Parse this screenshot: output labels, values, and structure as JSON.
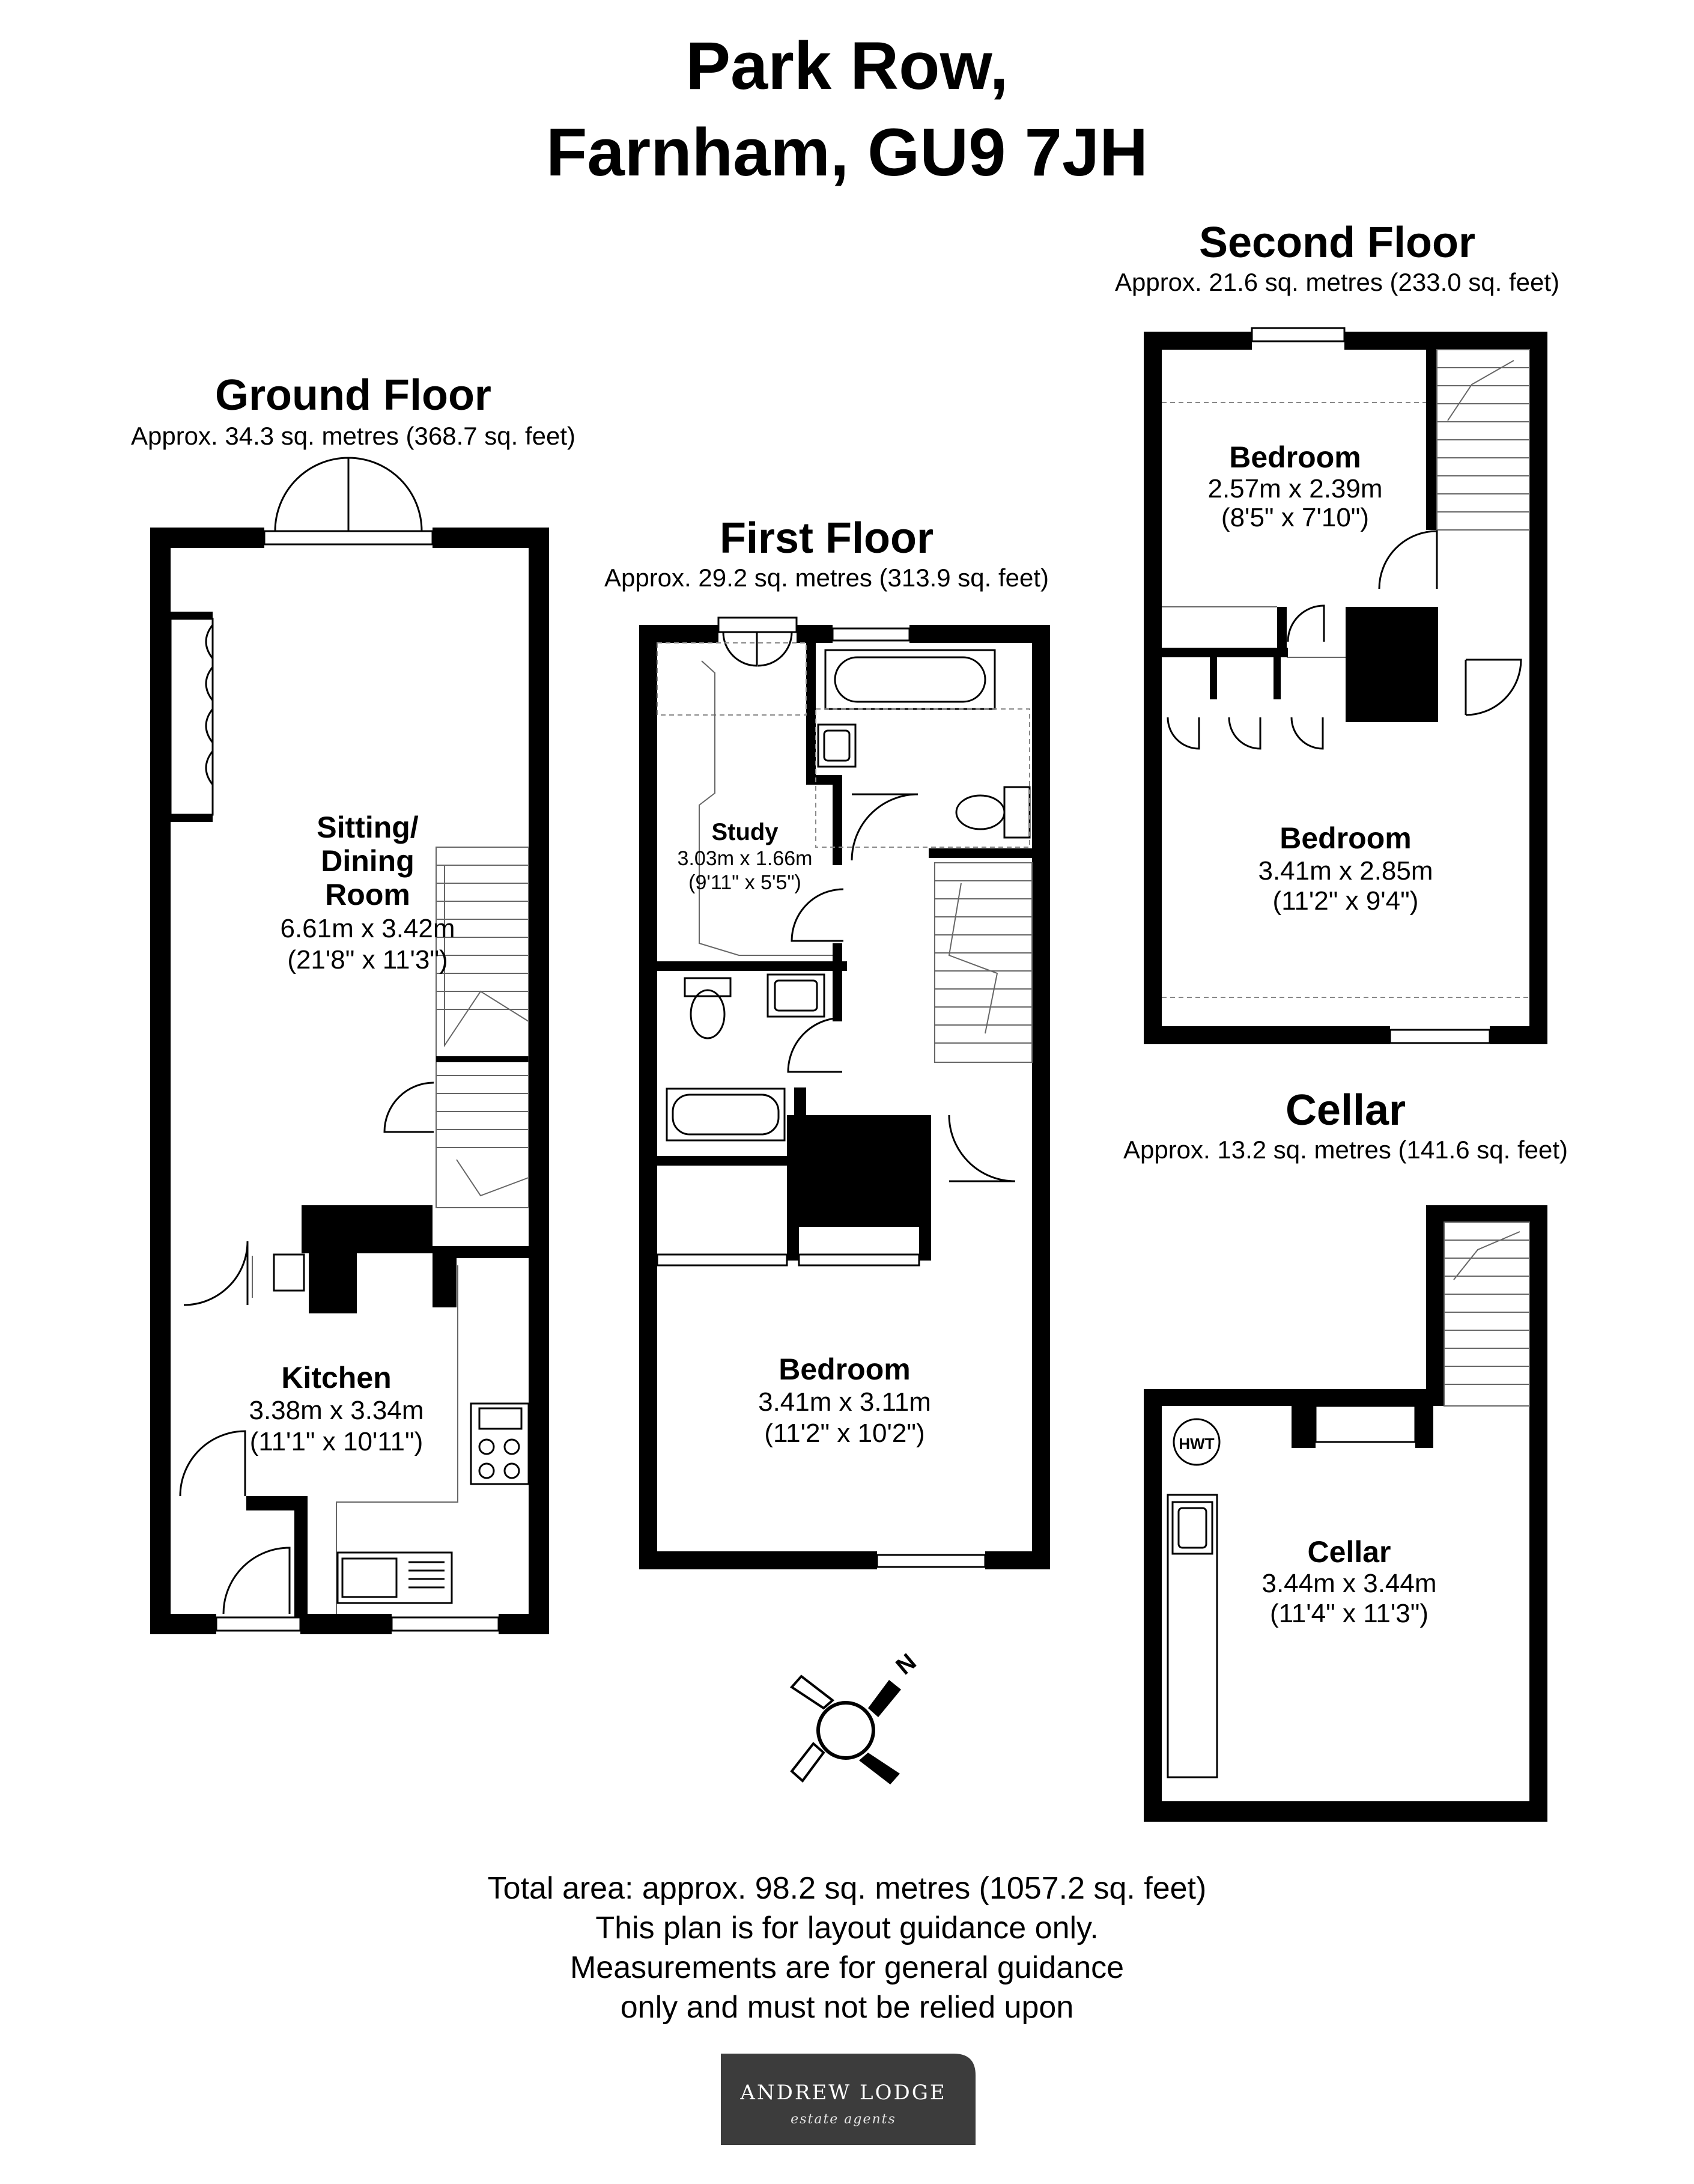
{
  "title": {
    "line1": "Park Row,",
    "line2": "Farnham, GU9 7JH"
  },
  "floors": {
    "ground": {
      "name": "Ground Floor",
      "area": "Approx. 34.3 sq. metres (368.7 sq. feet)",
      "rooms": {
        "sitting": {
          "name1": "Sitting/",
          "name2": "Dining",
          "name3": "Room",
          "metric": "6.61m x 3.42m",
          "imperial": "(21'8\" x 11'3\")"
        },
        "kitchen": {
          "name": "Kitchen",
          "metric": "3.38m x 3.34m",
          "imperial": "(11'1\" x 10'11\")"
        }
      }
    },
    "first": {
      "name": "First Floor",
      "area": "Approx. 29.2 sq. metres (313.9 sq. feet)",
      "rooms": {
        "study": {
          "name": "Study",
          "metric": "3.03m x 1.66m",
          "imperial": "(9'11\" x 5'5\")"
        },
        "bedroom": {
          "name": "Bedroom",
          "metric": "3.41m x 3.11m",
          "imperial": "(11'2\" x 10'2\")"
        }
      }
    },
    "second": {
      "name": "Second Floor",
      "area": "Approx. 21.6 sq. metres (233.0 sq. feet)",
      "rooms": {
        "bedroom_small": {
          "name": "Bedroom",
          "metric": "2.57m x 2.39m",
          "imperial": "(8'5\" x 7'10\")"
        },
        "bedroom_large": {
          "name": "Bedroom",
          "metric": "3.41m x 2.85m",
          "imperial": "(11'2\" x 9'4\")"
        }
      }
    },
    "cellar": {
      "name": "Cellar",
      "area": "Approx. 13.2 sq. metres (141.6 sq. feet)",
      "hwt_label": "HWT",
      "rooms": {
        "cellar": {
          "name": "Cellar",
          "metric": "3.44m x 3.44m",
          "imperial": "(11'4\" x 11'3\")"
        }
      }
    }
  },
  "compass": {
    "north_label": "N"
  },
  "footer": {
    "total": "Total area: approx. 98.2 sq. metres (1057.2 sq. feet)",
    "line2": "This plan is for layout guidance only.",
    "line3": "Measurements are for general guidance",
    "line4": "only and must not be relied upon"
  },
  "logo": {
    "name": "ANDREW LODGE",
    "tagline": "estate agents"
  },
  "colors": {
    "wall": "#000000",
    "background": "#ffffff",
    "logo_background": "#3c3c3c"
  }
}
